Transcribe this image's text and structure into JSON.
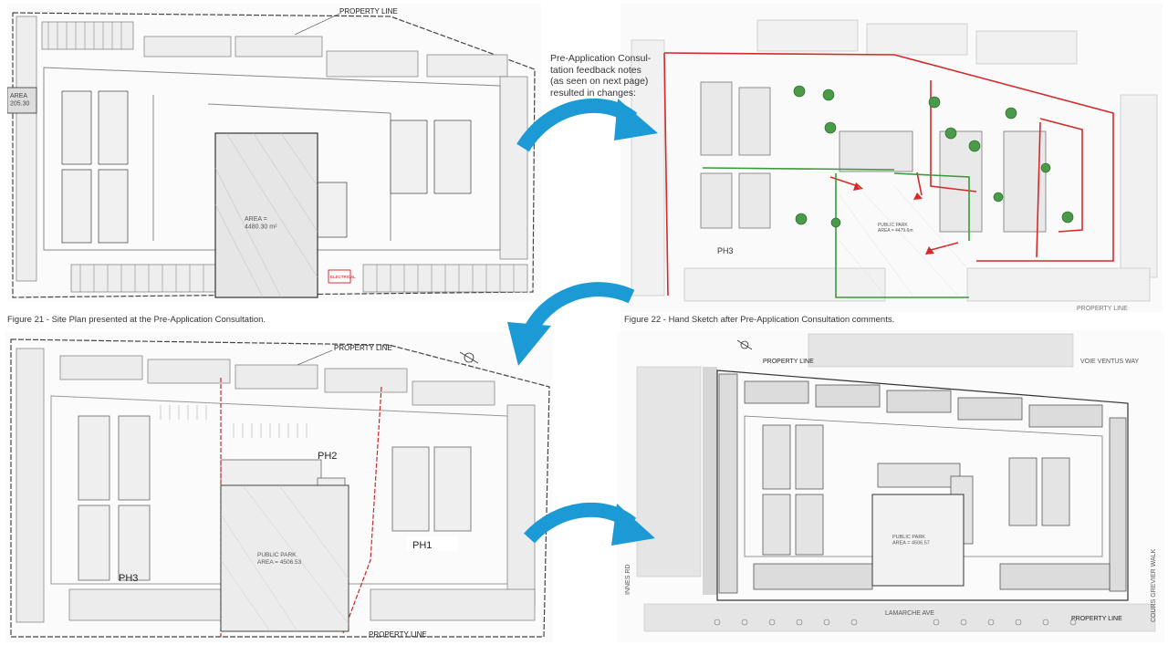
{
  "figure21": {
    "caption": "Figure 21 - Site Plan presented at the Pre-Application Consultation.",
    "property_line": "PROPERTY LINE",
    "area_small": "AREA\n205.30",
    "area_main": "AREA =\n4480.30 m²",
    "electrical": "ELECTRICAL"
  },
  "figure22": {
    "caption": "Figure 22 - Hand Sketch after Pre-Application Consultation comments.",
    "note": "Pre-Application Consul-\ntation feedback notes\n(as seen on next page)\nresulted in changes:",
    "phase3": "PH3",
    "park": "PUBLIC PARK\nAREA = 4479.6m",
    "property_line": "PROPERTY LINE"
  },
  "plan3": {
    "property_line_top": "PROPERTY LINE",
    "property_line_bottom": "PROPERTY LINE",
    "phase1": "PH1",
    "phase2": "PH2",
    "phase3": "PH3",
    "park": "PUBLIC PARK\nAREA = 4506.53"
  },
  "plan4": {
    "property_line_top": "PROPERTY LINE",
    "property_line_bottom": "PROPERTY LINE",
    "street_top": "VOIE VENTUS WAY",
    "street_bottom": "LAMARCHE AVE",
    "street_left": "INNES RD",
    "street_right": "COURS GREVIER WALK",
    "park": "PUBLIC PARK\nAREA = 4506.57"
  },
  "colors": {
    "arrow": "#1b9ad6",
    "sketch_red": "#d42a2a",
    "sketch_green": "#3a9a3a",
    "line": "#555555"
  }
}
